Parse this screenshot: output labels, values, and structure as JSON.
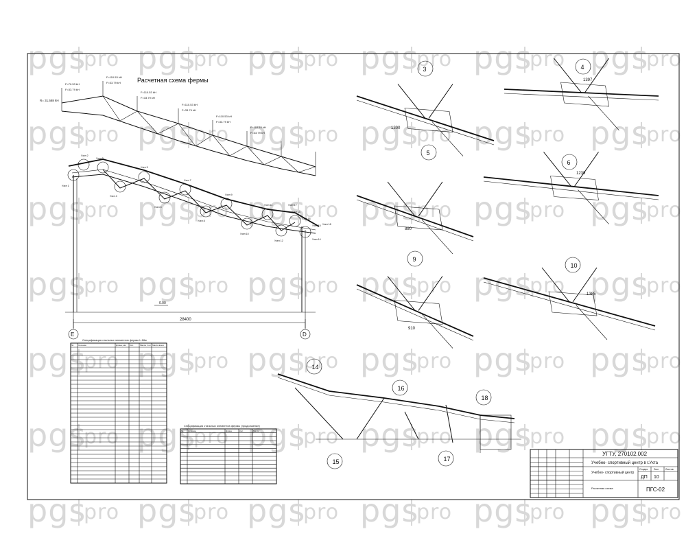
{
  "watermark": {
    "brand": "pgs",
    "suffix": "pro"
  },
  "truss_scheme": {
    "title": "Расчетная схема фермы",
    "left_reaction": "R= 31.588 kH",
    "loads": [
      "F=70.53 kH",
      "F=33.79 kH",
      "F=110.53 kH",
      "F=33.79 kH",
      "F=110.53 kH",
      "F=33.79 kH",
      "F=110.53 kH",
      "F=33.79 kH",
      "F=110.53 kH",
      "F=33.79 kH",
      "F=110.53 kH",
      "F=33.79 kH"
    ]
  },
  "frame": {
    "span": "28400",
    "level": "0.00",
    "axes": [
      "E",
      "D"
    ],
    "nodes": [
      "Узел 1",
      "Узел 2",
      "Узел 3",
      "Узел 4",
      "Узел 5",
      "Узел 6",
      "Узел 7",
      "Узел 8",
      "Узел 9",
      "Узел 10",
      "Узел 11",
      "Узел 12",
      "Узел 13",
      "Узел 14",
      "Узел 15",
      "Узел 16",
      "Узел 17",
      "Узел 18"
    ]
  },
  "details": [
    {
      "num": "3",
      "len": "1300"
    },
    {
      "num": "4",
      "len": "1397"
    },
    {
      "num": "5",
      "len": "880"
    },
    {
      "num": "6",
      "len": "1239"
    },
    {
      "num": "9",
      "len": "910"
    },
    {
      "num": "10",
      "len": "1385"
    },
    {
      "num": "14",
      "len": ""
    },
    {
      "num": "15",
      "len": ""
    },
    {
      "num": "16",
      "len": ""
    },
    {
      "num": "17",
      "len": ""
    },
    {
      "num": "18",
      "len": ""
    }
  ],
  "table1": {
    "title": "Спецификация стальных элементов фермы l=18м",
    "columns": [
      "№",
      "Сечение",
      "Длина, мм",
      "Кол.",
      "Масса 1 шт",
      "Масса всего"
    ]
  },
  "table2": {
    "title": "Спецификация стальных элементов фермы (продолжение)",
    "columns": [
      "№",
      "Сечение",
      "Длина",
      "Кол.",
      "Масса"
    ]
  },
  "title_block": {
    "code": "УГТУ, 270102.002",
    "project": "Учебно- спортивный центр в г.Ухта",
    "object": "Учебно- спортивный центр",
    "sheet_name": "Расчетная схема",
    "stage_label": "Стадия",
    "sheet_label": "Лист",
    "sheets_label": "Листов",
    "stage": "ДП",
    "sheet": "10",
    "doc": "ПГС-02"
  }
}
